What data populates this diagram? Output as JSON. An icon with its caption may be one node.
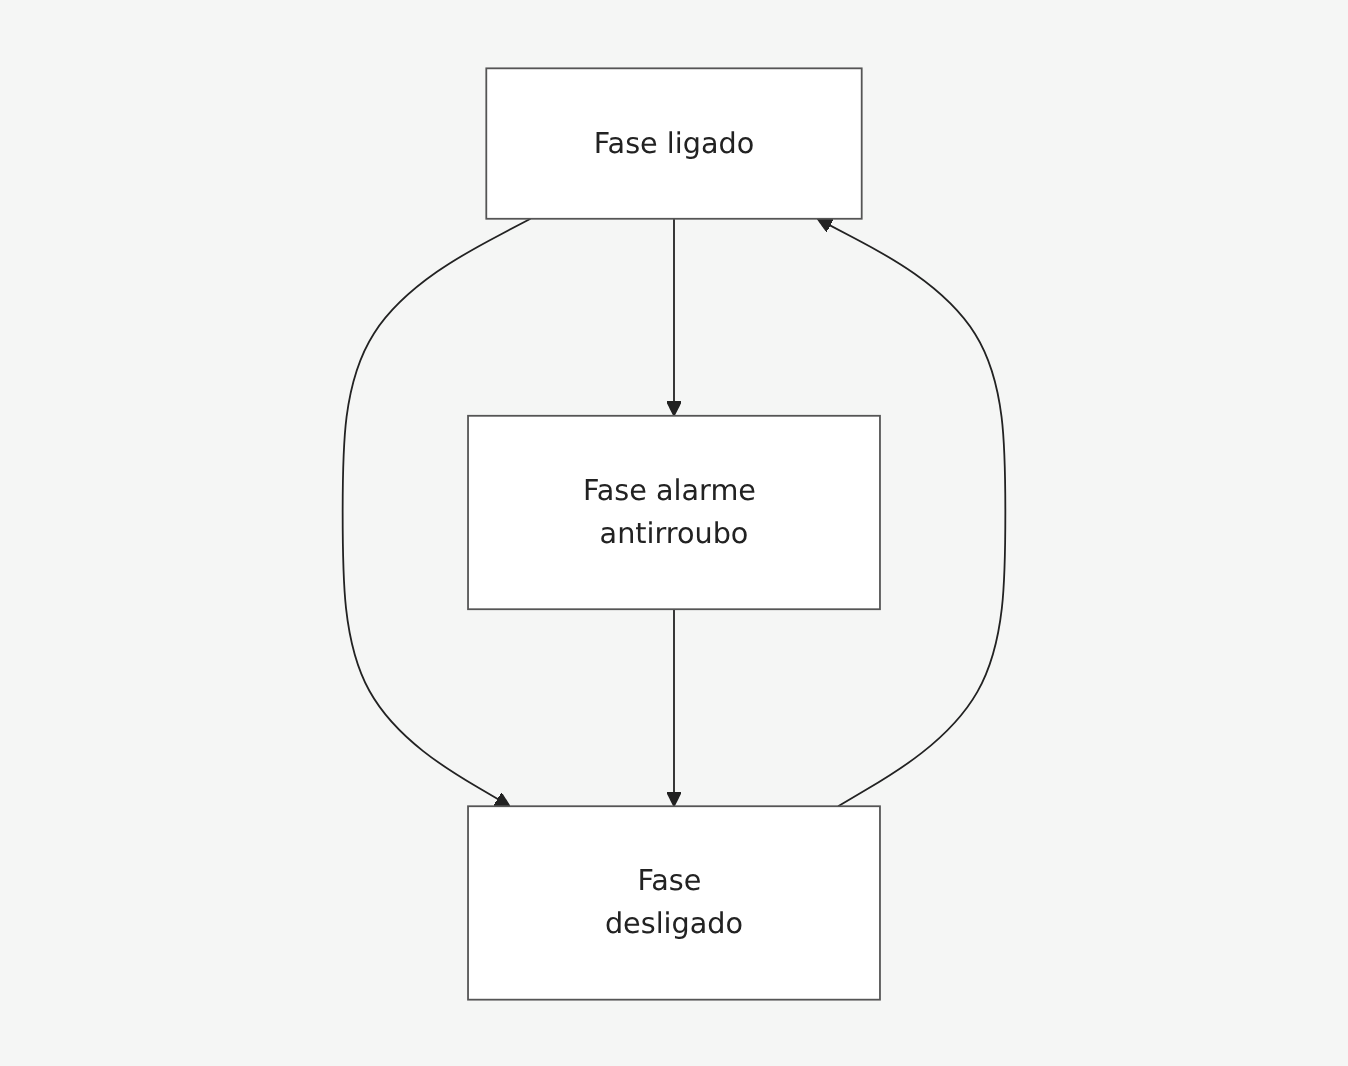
{
  "diagram": {
    "nodes": [
      {
        "text": [
          "Fase ligado"
        ]
      },
      {
        "text": [
          "Fase desligado"
        ]
      },
      {
        "text": [
          "Fase alarme antirroubo"
        ]
      }
    ],
    "edges": [
      {
        "from": 1,
        "to": 0,
        "arrow": "to"
      },
      {
        "from": 0,
        "to": 1,
        "arrow": "to"
      },
      {
        "from": 0,
        "to": 2,
        "arrow": "to"
      },
      {
        "from": 2,
        "to": 1,
        "arrow": "to"
      }
    ]
  }
}
